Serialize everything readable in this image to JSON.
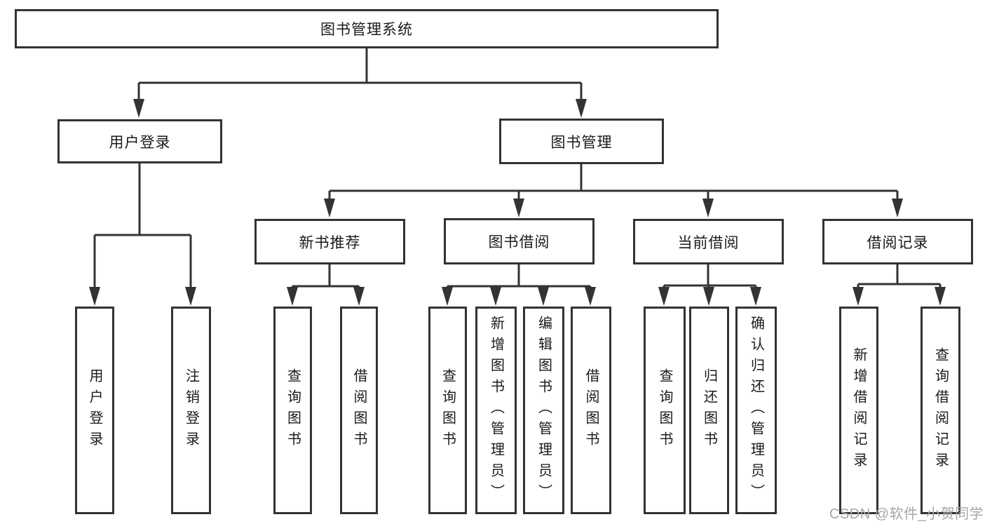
{
  "diagram": {
    "title": "图书管理系统",
    "level2": [
      {
        "label": "用户登录"
      },
      {
        "label": "图书管理"
      }
    ],
    "level3": [
      {
        "label": "新书推荐",
        "parent": "图书管理"
      },
      {
        "label": "图书借阅",
        "parent": "图书管理"
      },
      {
        "label": "当前借阅",
        "parent": "图书管理"
      },
      {
        "label": "借阅记录",
        "parent": "图书管理"
      }
    ],
    "leaves": [
      {
        "label": "用户登录",
        "parent": "用户登录"
      },
      {
        "label": "注销登录",
        "parent": "用户登录"
      },
      {
        "label": "查询图书",
        "parent": "新书推荐"
      },
      {
        "label": "借阅图书",
        "parent": "新书推荐"
      },
      {
        "label": "查询图书",
        "parent": "图书借阅"
      },
      {
        "label": "新增图书（管理员）",
        "parent": "图书借阅"
      },
      {
        "label": "编辑图书（管理员）",
        "parent": "图书借阅"
      },
      {
        "label": "借阅图书",
        "parent": "图书借阅"
      },
      {
        "label": "查询图书",
        "parent": "当前借阅"
      },
      {
        "label": "归还图书",
        "parent": "当前借阅"
      },
      {
        "label": "确认归还（管理员）",
        "parent": "当前借阅"
      },
      {
        "label": "新增借阅记录",
        "parent": "借阅记录"
      },
      {
        "label": "查询借阅记录",
        "parent": "借阅记录"
      }
    ]
  },
  "watermark": {
    "text": "CSDN @软件_小贺同学"
  },
  "colors": {
    "line": "#333333",
    "box_border": "#333333",
    "text": "#1a1a1a",
    "watermark": "#a6a6a6",
    "background": "#ffffff"
  }
}
